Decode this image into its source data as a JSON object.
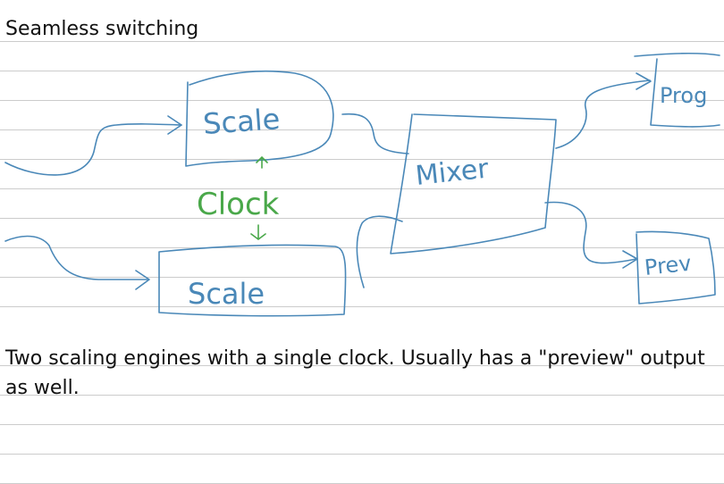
{
  "note": {
    "title": "Seamless switching",
    "caption": "Two scaling engines with a single clock. Usually has a \"preview\" output as well."
  },
  "diagram": {
    "scaler_top_label": "Scale",
    "scaler_bottom_label": "Scale",
    "clock_label": "Clock",
    "mixer_label": "Mixer",
    "program_label": "Prog",
    "preview_label": "Prev"
  },
  "colors": {
    "ink_blue": "#4a88b8",
    "ink_green": "#4aa84a",
    "rule_line": "#c8c8c8"
  }
}
